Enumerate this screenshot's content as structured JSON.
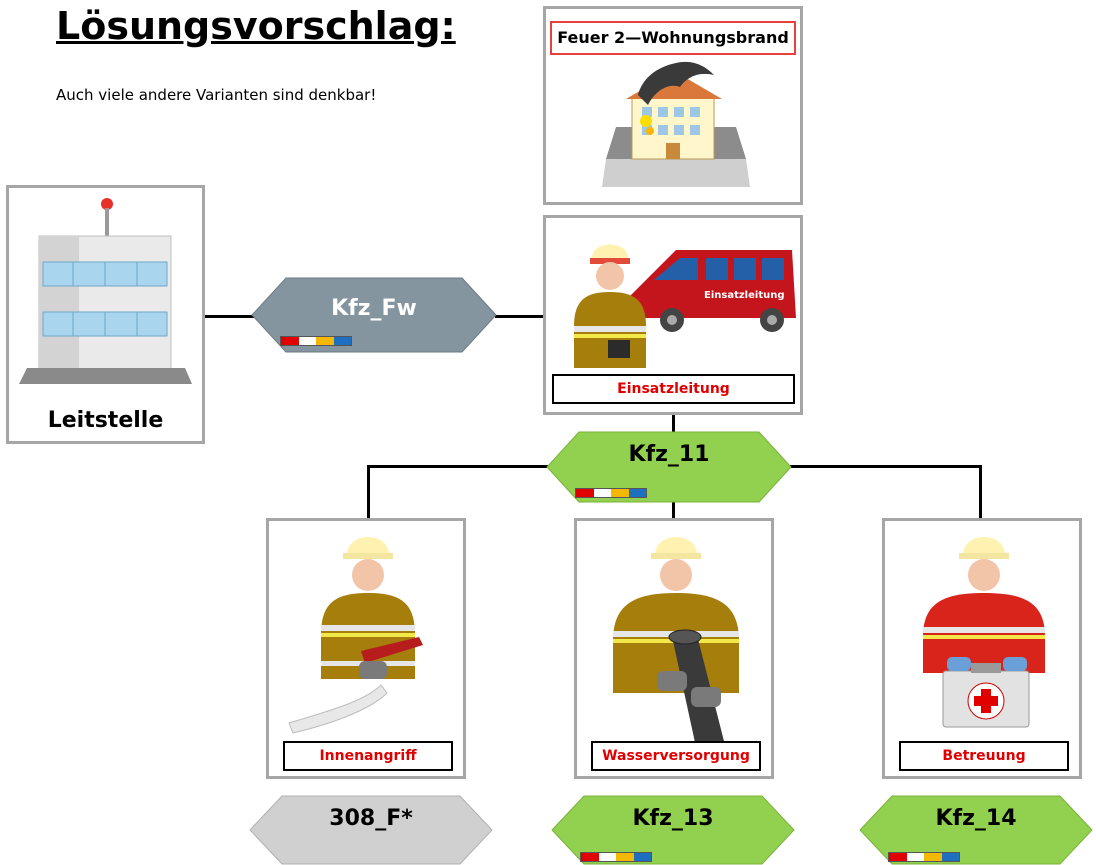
{
  "header": {
    "title": "Lösungsvorschlag:",
    "subtitle": "Auch viele andere Varianten sind denkbar!"
  },
  "scenario": {
    "label": "Feuer 2—Wohnungsbrand"
  },
  "leitstelle": {
    "label": "Leitstelle"
  },
  "einsatzleitung": {
    "label": "Einsatzleitung",
    "vehicle_text": "Einsatzleitung"
  },
  "radio_links": {
    "kfz_fw": "Kfz_Fw",
    "kfz_11": "Kfz_11",
    "f308": "308_F*",
    "kfz_13": "Kfz_13",
    "kfz_14": "Kfz_14"
  },
  "units": {
    "innenangriff": "Innenangriff",
    "wasserversorgung": "Wasserversorgung",
    "betreuung": "Betreuung"
  },
  "colors": {
    "gray_hex": "#8495a0",
    "green_hex": "#92d050",
    "light_gray_hex": "#d0d0d0",
    "card_border": "#a6a6a6",
    "label_red": "#e00000",
    "flag": [
      "#e00000",
      "#ffffff",
      "#f5b800",
      "#1f6fc0"
    ]
  }
}
